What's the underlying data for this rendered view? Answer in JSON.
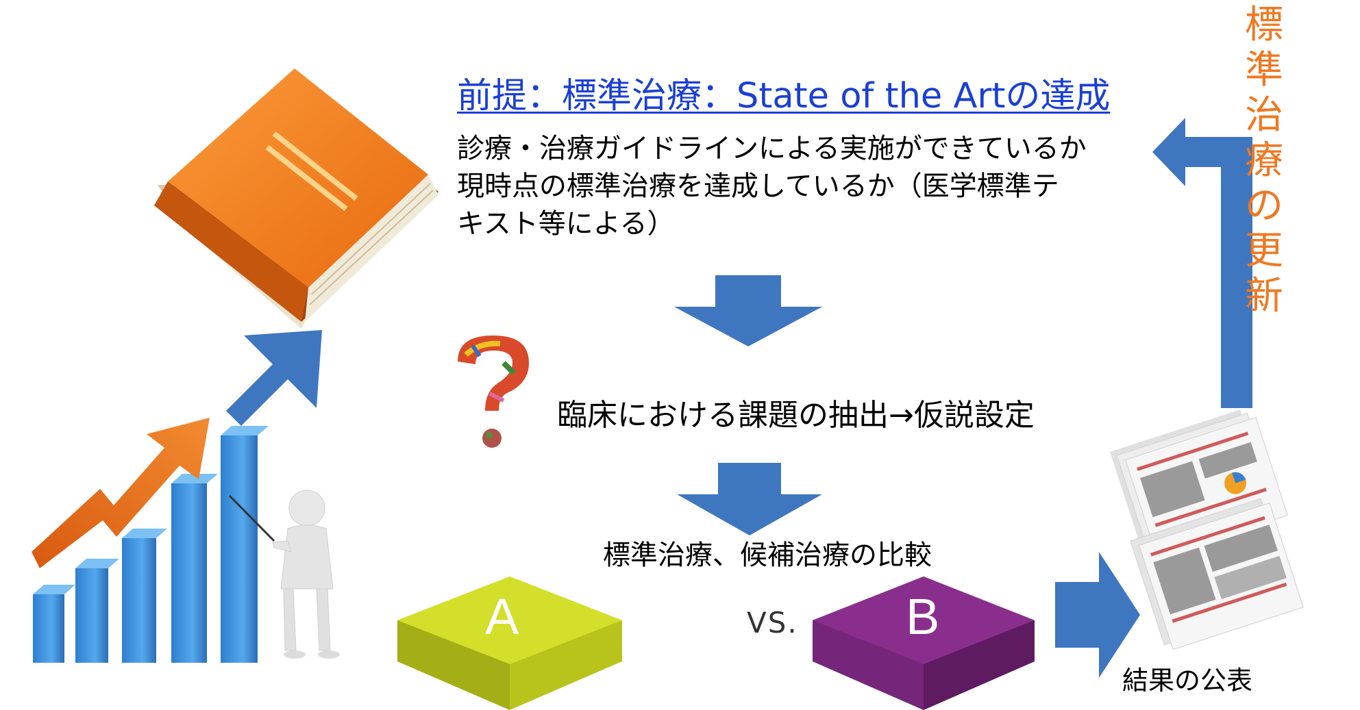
{
  "title": "前提：標準治療：State of the Artの達成",
  "description_lines": [
    "診療・治療ガイドラインによる実施ができているか",
    "現時点の標準治療を達成しているか（医学標準テ",
    "キスト等による）"
  ],
  "issue_text": "臨床における課題の抽出→仮説設定",
  "compare_text": "標準治療、候補治療の比較",
  "option_a": "A",
  "option_b": "B",
  "vs_text": "VS.",
  "result_text": "結果の公表",
  "vertical_text": "標準治療の更新",
  "colors": {
    "title": "#1a3fd6",
    "vertical": "#f07820",
    "arrow": "#3f76c0",
    "block_a": "#d3df2a",
    "block_b": "#8a2e8e",
    "book": "#f07a16"
  }
}
